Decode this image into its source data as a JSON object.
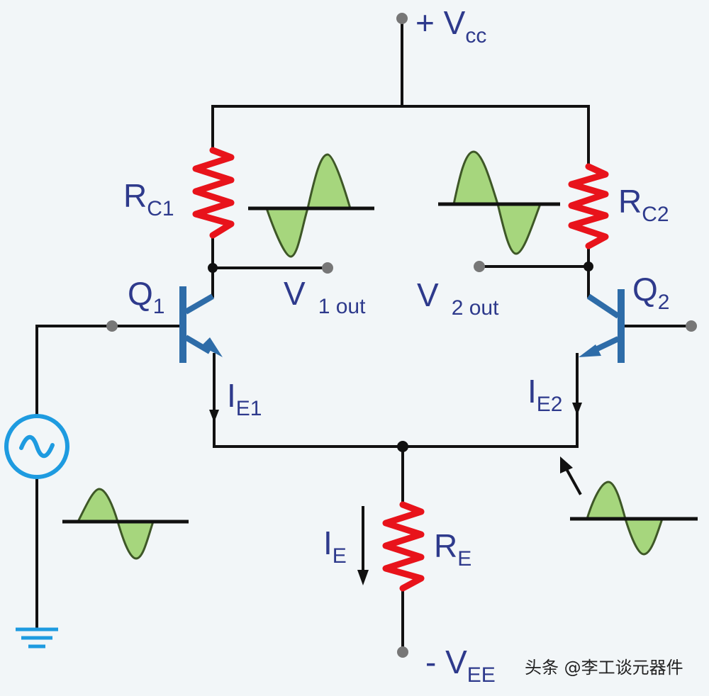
{
  "labels": {
    "vcc": {
      "prefix": "+ V",
      "sub": "cc"
    },
    "vee": {
      "prefix": "- V",
      "sub": "EE"
    },
    "rc1": {
      "main": "R",
      "sub": "C1"
    },
    "rc2": {
      "main": "R",
      "sub": "C2"
    },
    "re": {
      "main": "R",
      "sub": "E"
    },
    "q1": {
      "main": "Q",
      "sub": "1"
    },
    "q2": {
      "main": "Q",
      "sub": "2"
    },
    "v1out": {
      "main": "V",
      "sub": "1 out"
    },
    "v2out": {
      "main": "V",
      "sub": "2 out"
    },
    "ie1": {
      "main": "I",
      "sub": "E1"
    },
    "ie2": {
      "main": "I",
      "sub": "E2"
    },
    "ie": {
      "main": "I",
      "sub": "E"
    }
  },
  "watermark": "头条 @李工谈元器件",
  "colors": {
    "resistor": "#e8131b",
    "transistor": "#2e6ca8",
    "wave_fill": "#a6d67d",
    "label": "#2e3a8c",
    "source": "#1e9be0"
  },
  "icons": {
    "source": "ac-source-icon",
    "ground": "ground-icon"
  }
}
